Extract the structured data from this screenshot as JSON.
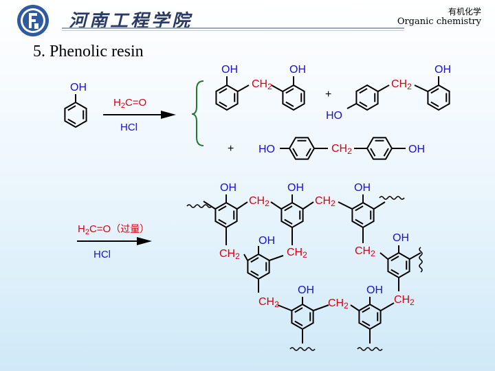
{
  "header": {
    "school_name": "河南工程学院",
    "course_cn": "有机化学",
    "course_en": "Organic chemistry"
  },
  "section": {
    "title": "5.  Phenolic resin"
  },
  "reaction1": {
    "reagent": "H2C=O",
    "catalyst": "HCl",
    "oh": "OH",
    "ch2": "CH2",
    "ho": "HO",
    "plus": "+"
  },
  "reaction2": {
    "reagent": "H2C=O（过量）",
    "catalyst": "HCl"
  },
  "colors": {
    "red": "#d8000f",
    "blue": "#1a0fd0",
    "green_brace": "#1e7a2a",
    "black": "#000000"
  }
}
